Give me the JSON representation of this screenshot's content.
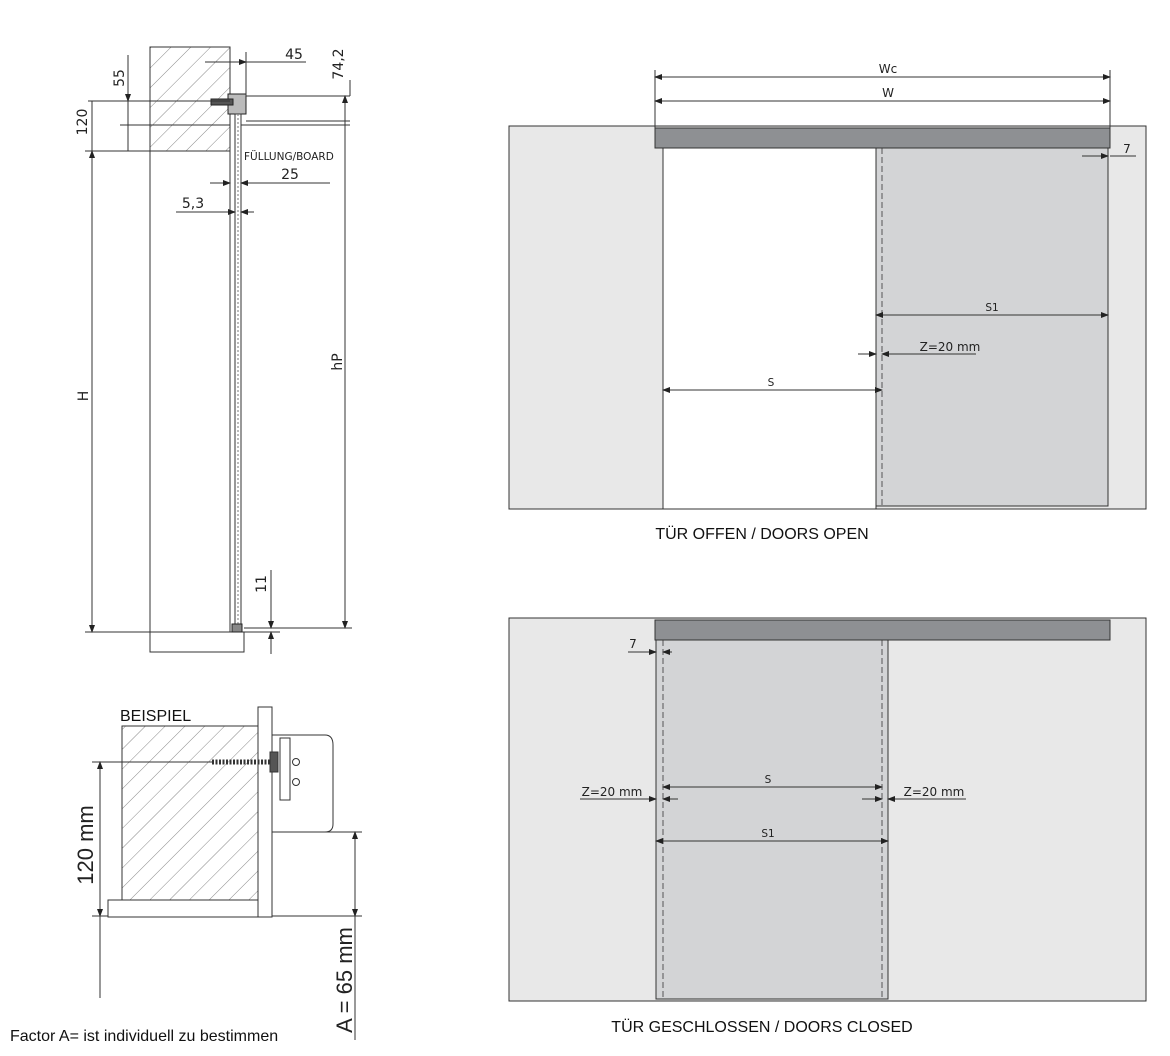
{
  "section": {
    "dims": {
      "d55": "55",
      "d45": "45",
      "d742": "74,2",
      "d120": "120",
      "d25": "25",
      "d53": "5,3",
      "d11": "11",
      "H": "H",
      "hP": "hP"
    },
    "board_label": "FÜLLUNG/BOARD"
  },
  "example": {
    "title": "BEISPIEL",
    "height_label": "120 mm",
    "a_label": "A = 65 mm",
    "footnote": "Factor A= ist individuell zu bestimmen"
  },
  "open_view": {
    "wc": "Wc",
    "w": "W",
    "seven": "7",
    "s1": "S1",
    "z": "Z=20 mm",
    "s": "S",
    "caption": "TÜR OFFEN / DOORS OPEN"
  },
  "closed_view": {
    "seven": "7",
    "z_left": "Z=20 mm",
    "z_right": "Z=20 mm",
    "s": "S",
    "s1": "S1",
    "caption": "TÜR GESCHLOSSEN / DOORS CLOSED"
  },
  "colors": {
    "wall": "#e8e8e8",
    "door": "#d3d4d6",
    "rail": "#8e9093",
    "line": "#333333"
  }
}
